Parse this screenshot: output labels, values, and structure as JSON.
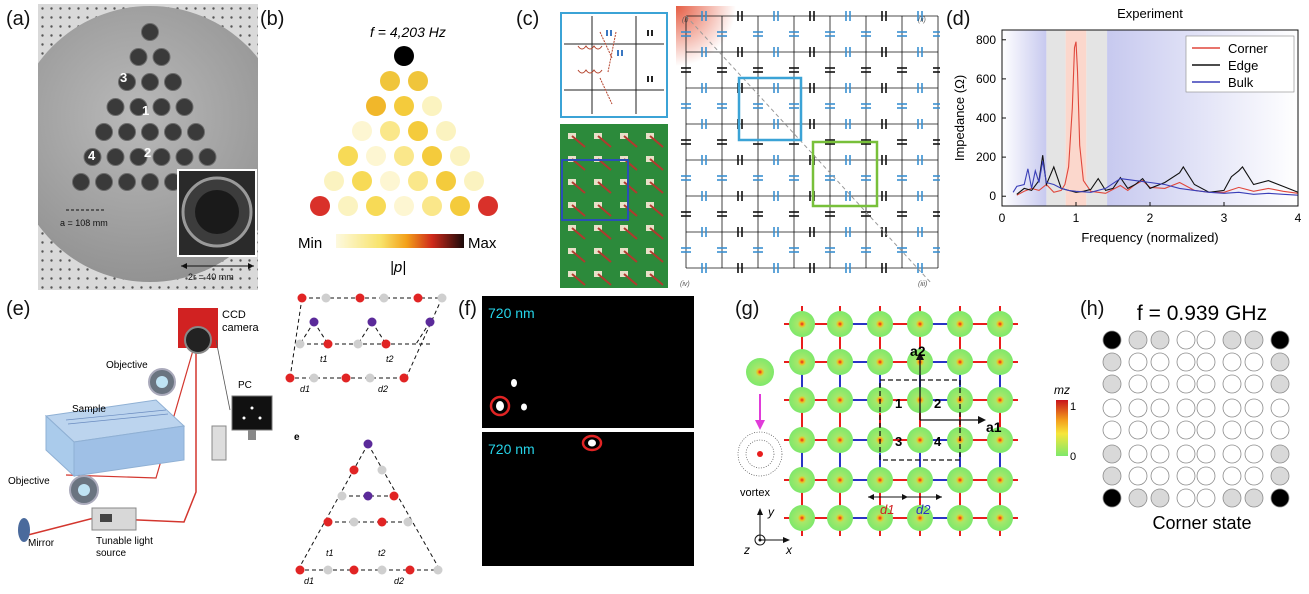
{
  "panel_labels": [
    "(a)",
    "(b)",
    "(c)",
    "(d)",
    "(e)",
    "(f)",
    "(g)",
    "(h)"
  ],
  "panel_a": {
    "site_numbers": [
      "1",
      "2",
      "3",
      "4"
    ],
    "lattice_const": "a = 108 mm",
    "hole_diameter": "2r = 40 mm"
  },
  "panel_b": {
    "freq_title": "f = 4,203 Hz",
    "colorbar_min": "Min",
    "colorbar_max": "Max",
    "colorbar_label": "|p|"
  },
  "panel_c": {
    "corner_marks": [
      "(i)",
      "(ii)",
      "(iii)",
      "(iv)"
    ]
  },
  "panel_d": {
    "chart_data": {
      "type": "line",
      "title": "Experiment",
      "xlabel": "Frequency (normalized)",
      "ylabel": "Impedance (Ω)",
      "xlim": [
        0,
        4
      ],
      "ylim": [
        -50,
        850
      ],
      "x_ticks": [
        "0",
        "1",
        "2",
        "3",
        "4"
      ],
      "y_ticks": [
        "0",
        "200",
        "400",
        "600",
        "800"
      ],
      "legend_position": "top-right",
      "series": [
        {
          "name": "Corner",
          "color": "#e0473c",
          "x": [
            0.2,
            0.3,
            0.4,
            0.5,
            0.6,
            0.7,
            0.8,
            0.85,
            0.9,
            0.95,
            0.98,
            1.0,
            1.02,
            1.05,
            1.1,
            1.2,
            1.3,
            1.4,
            1.5,
            1.6,
            1.7,
            1.8,
            1.9,
            2.0,
            2.2,
            2.4,
            2.6,
            2.8,
            3.0,
            3.2,
            3.4,
            3.6,
            3.8,
            4.0
          ],
          "y": [
            5,
            25,
            40,
            30,
            60,
            20,
            30,
            60,
            150,
            450,
            760,
            790,
            640,
            260,
            80,
            25,
            20,
            15,
            35,
            55,
            30,
            60,
            80,
            45,
            40,
            70,
            30,
            20,
            20,
            45,
            25,
            40,
            25,
            15
          ]
        },
        {
          "name": "Edge",
          "color": "#111111",
          "x": [
            0.2,
            0.3,
            0.4,
            0.5,
            0.55,
            0.6,
            0.7,
            0.8,
            0.9,
            1.0,
            1.1,
            1.2,
            1.3,
            1.4,
            1.5,
            1.6,
            1.7,
            1.8,
            1.9,
            2.0,
            2.2,
            2.4,
            2.45,
            2.6,
            2.8,
            3.0,
            3.1,
            3.2,
            3.25,
            3.3,
            3.4,
            3.6,
            3.8,
            4.0
          ],
          "y": [
            10,
            40,
            30,
            80,
            210,
            60,
            150,
            40,
            30,
            20,
            25,
            35,
            90,
            30,
            40,
            95,
            40,
            60,
            90,
            40,
            70,
            120,
            150,
            60,
            20,
            30,
            100,
            130,
            150,
            120,
            60,
            80,
            50,
            20
          ]
        },
        {
          "name": "Bulk",
          "color": "#3a3fb8",
          "x": [
            0.15,
            0.2,
            0.3,
            0.35,
            0.4,
            0.45,
            0.5,
            0.55,
            0.6,
            0.7,
            0.8,
            0.9,
            1.0,
            1.2,
            1.4,
            1.6,
            1.8,
            2.0,
            2.2,
            2.4,
            2.6,
            2.8,
            3.0,
            3.2,
            3.4,
            3.6,
            3.8,
            4.0
          ],
          "y": [
            20,
            50,
            60,
            140,
            40,
            130,
            70,
            180,
            70,
            60,
            40,
            30,
            25,
            20,
            40,
            90,
            80,
            70,
            60,
            40,
            30,
            20,
            15,
            20,
            10,
            15,
            10,
            5
          ]
        }
      ]
    }
  },
  "panel_e": {
    "labels": {
      "ccd": "CCD\ncamera",
      "ccd_l1": "CCD",
      "ccd_l2": "camera",
      "objective_top": "Objective",
      "objective_bottom": "Objective",
      "sample": "Sample",
      "pc": "PC",
      "mirror": "Mirror",
      "source_l1": "Tunable light",
      "source_l2": "source"
    },
    "sub_label": "e",
    "t1": "t1",
    "t2": "t2",
    "d1": "d1",
    "d2": "d2"
  },
  "panel_f": {
    "wavelength_top": "720 nm",
    "wavelength_bottom": "720 nm"
  },
  "panel_g": {
    "cell_sites": [
      "1",
      "2",
      "3",
      "4"
    ],
    "a1": "a1",
    "a2": "a2",
    "d1": "d1",
    "d2": "d2",
    "colorbar_title": "mz",
    "colorbar_max": "1",
    "colorbar_min": "0",
    "vortex_label": "vortex",
    "axis_y": "y",
    "axis_x": "x",
    "axis_z": "z"
  },
  "panel_h": {
    "freq_title": "f = 0.939 GHz",
    "caption": "Corner state"
  }
}
